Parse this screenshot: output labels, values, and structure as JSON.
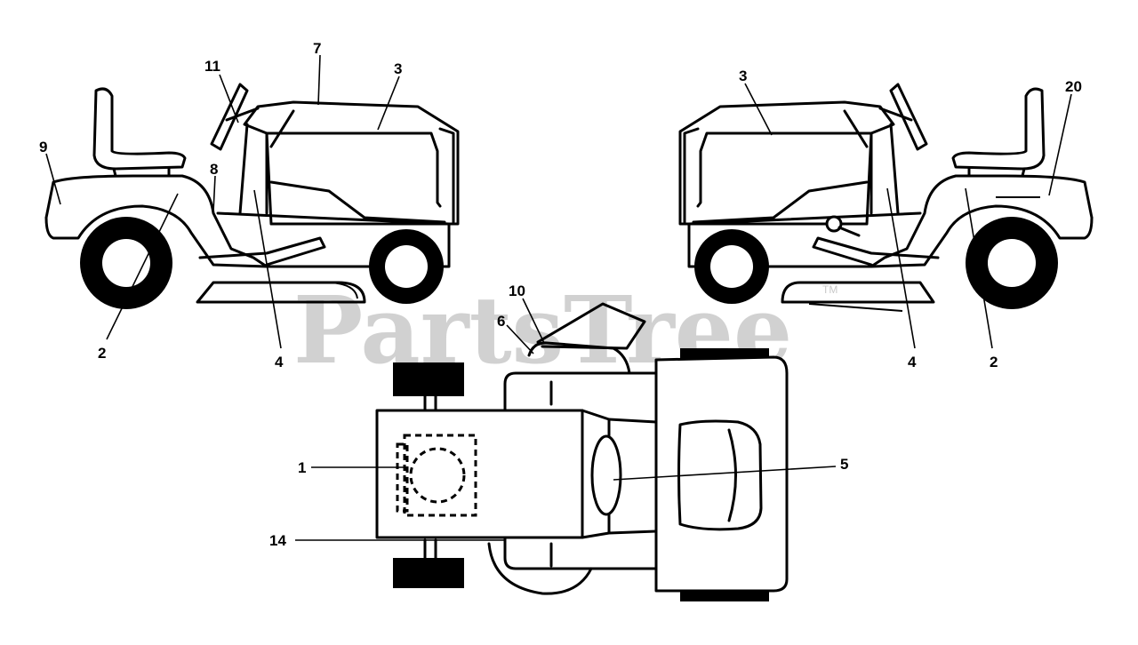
{
  "watermark": {
    "text": "PartsTree",
    "tm": "TM"
  },
  "callouts": {
    "c1": "1",
    "c2a": "2",
    "c2b": "2",
    "c3a": "3",
    "c3b": "3",
    "c4a": "4",
    "c4b": "4",
    "c5": "5",
    "c6": "6",
    "c7": "7",
    "c8": "8",
    "c9": "9",
    "c10": "10",
    "c11": "11",
    "c14": "14",
    "c20": "20"
  }
}
